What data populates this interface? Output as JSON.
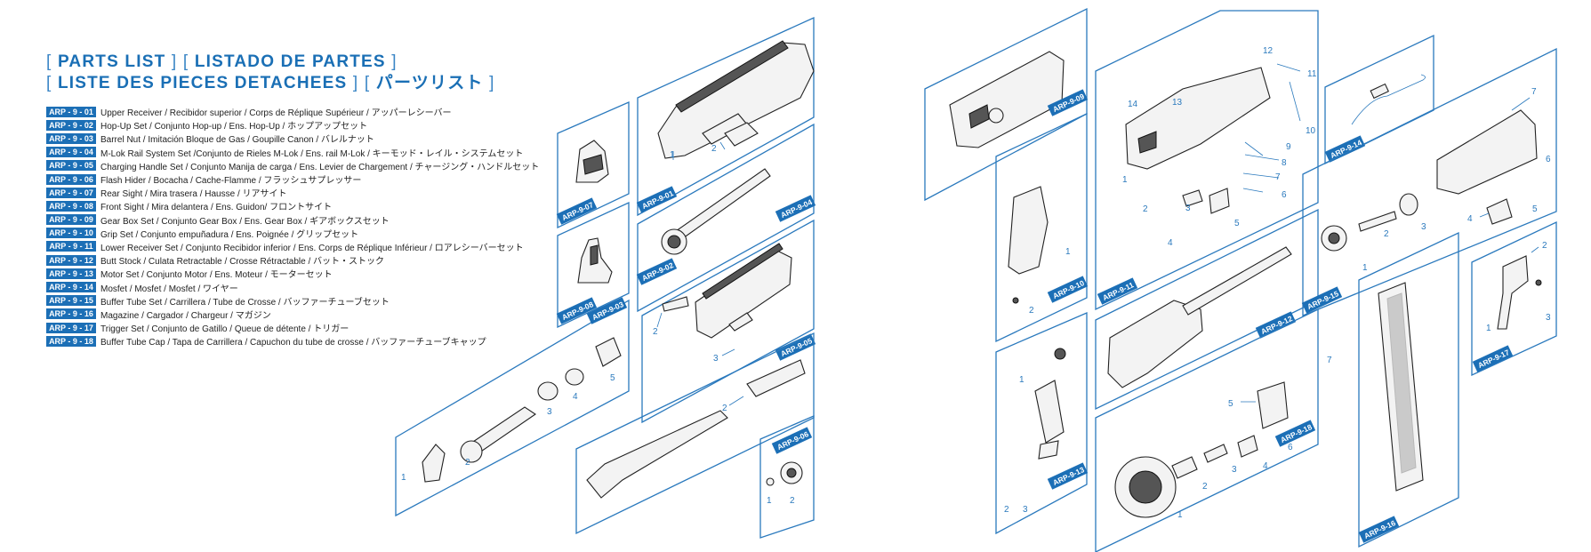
{
  "title": {
    "line1": [
      "PARTS LIST",
      "LISTADO DE PARTES"
    ],
    "line2": [
      "LISTE DES PIECES DETACHEES",
      "パーツリスト"
    ]
  },
  "parts_list": [
    {
      "code": "ARP - 9 - 01",
      "desc": "Upper Receiver / Recibidor superior / Corps de Réplique Supérieur / アッパーレシーバー"
    },
    {
      "code": "ARP - 9 - 02",
      "desc": "Hop-Up Set / Conjunto Hop-up / Ens. Hop-Up / ホップアップセット"
    },
    {
      "code": "ARP - 9 - 03",
      "desc": "Barrel Nut / Imitación Bloque de Gas / Goupille Canon / バレルナット"
    },
    {
      "code": "ARP - 9 - 04",
      "desc": "M-Lok Rail System Set /Conjunto de Rieles M-Lok / Ens. rail M-Lok / キーモッド・レイル・システムセット"
    },
    {
      "code": "ARP - 9 - 05",
      "desc": "Charging Handle Set / Conjunto Manija de carga / Ens. Levier de Chargement / チャージング・ハンドルセット"
    },
    {
      "code": "ARP - 9 - 06",
      "desc": "Flash Hider / Bocacha / Cache-Flamme / フラッシュサプレッサー"
    },
    {
      "code": "ARP - 9 - 07",
      "desc": "Rear Sight / Mira trasera / Hausse / リアサイト"
    },
    {
      "code": "ARP - 9 - 08",
      "desc": "Front Sight / Mira delantera / Ens. Guidon/ フロントサイト"
    },
    {
      "code": "ARP - 9 - 09",
      "desc": "Gear Box Set / Conjunto Gear Box / Ens. Gear Box / ギアボックスセット"
    },
    {
      "code": "ARP - 9 - 10",
      "desc": "Grip Set / Conjunto empuñadura / Ens. Poignée / グリップセット"
    },
    {
      "code": "ARP - 9 - 11",
      "desc": "Lower Receiver Set / Conjunto Recibidor inferior / Ens. Corps de Réplique Inférieur / ロアレシーバーセット"
    },
    {
      "code": "ARP - 9 - 12",
      "desc": "Butt Stock / Culata Retractable  / Crosse Rétractable / バット・ストック"
    },
    {
      "code": "ARP - 9 - 13",
      "desc": "Motor Set / Conjunto Motor / Ens. Moteur / モーターセット"
    },
    {
      "code": "ARP - 9 - 14",
      "desc": "Mosfet / Mosfet / Mosfet / ワイヤー"
    },
    {
      "code": "ARP - 9 - 15",
      "desc": "Buffer Tube Set / Carrillera / Tube de Crosse /  バッファーチューブセット"
    },
    {
      "code": "ARP - 9 - 16",
      "desc": "Magazine / Cargador / Chargeur / マガジン"
    },
    {
      "code": "ARP - 9 - 17",
      "desc": "Trigger Set / Conjunto de Gatillo / Queue de détente / トリガー"
    },
    {
      "code": "ARP - 9 - 18",
      "desc": "Buffer Tube Cap / Tapa de Carrillera / Capuchon du tube de crosse / バッファーチューブキャップ"
    }
  ],
  "panel_labels": {
    "p01": "ARP-9-01",
    "p02": "ARP-9-02",
    "p03": "ARP-9-03",
    "p04": "ARP-9-04",
    "p05": "ARP-9-05",
    "p06": "ARP-9-06",
    "p07": "ARP-9-07",
    "p08": "ARP-9-08",
    "p09": "ARP-9-09",
    "p10": "ARP-9-10",
    "p11": "ARP-9-11",
    "p12": "ARP-9-12",
    "p13": "ARP-9-13",
    "p14": "ARP-9-14",
    "p15": "ARP-9-15",
    "p16": "ARP-9-16",
    "p17": "ARP-9-17",
    "p18": "ARP-9-18"
  },
  "callouts": {
    "n1": "1",
    "n2": "2",
    "n3": "3",
    "n4": "4",
    "n5": "5",
    "n6": "6",
    "n7": "7",
    "n8": "8",
    "n9": "9",
    "n10": "10",
    "n11": "11",
    "n12": "12",
    "n13": "13",
    "n14": "14"
  },
  "colors": {
    "accent": "#1c6fb6",
    "outline": "#2a79bd"
  }
}
